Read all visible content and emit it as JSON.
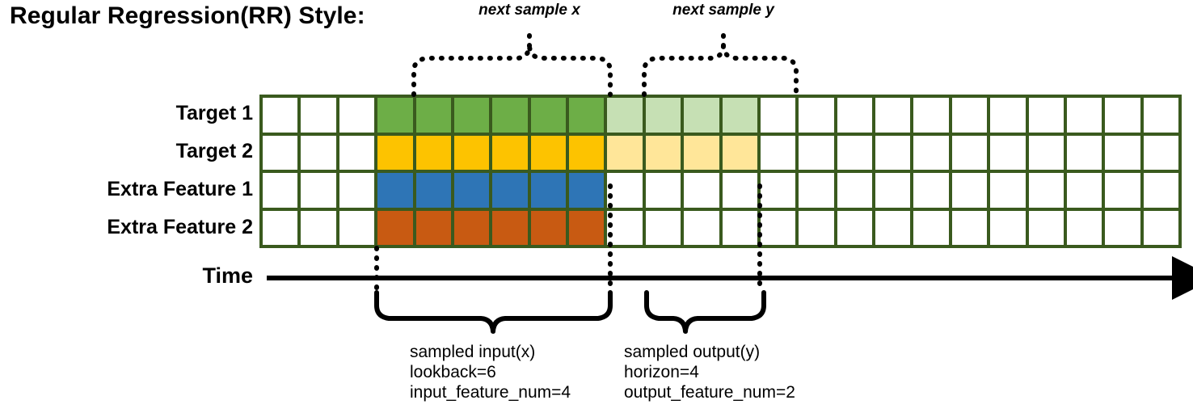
{
  "title": "Regular Regression(RR) Style:",
  "top_annotations": {
    "next_sample_x": "next sample x",
    "next_sample_y": "next sample y"
  },
  "row_labels": [
    "Target 1",
    "Target 2",
    "Extra Feature 1",
    "Extra Feature 2"
  ],
  "axis": {
    "time_label": "Time"
  },
  "captions": {
    "input": {
      "line1": "sampled input(x)",
      "line2": "lookback=6",
      "line3": "input_feature_num=4"
    },
    "output": {
      "line1": "sampled output(y)",
      "line2": "horizon=4",
      "line3": "output_feature_num=2"
    }
  },
  "colors": {
    "grid_border": "#3A5A1E",
    "target1": "#6DAE47",
    "target1_faded": "#C6E0B4",
    "target2": "#FDC300",
    "target2_faded": "#FFE699",
    "extra_feature1": "#2E75B6",
    "extra_feature2": "#C85A12",
    "empty": "#FFFFFF",
    "ink": "#000000"
  },
  "grid": {
    "columns": 24,
    "rows": 4,
    "input_start_col": 4,
    "input_end_col": 9,
    "output_start_col": 10,
    "output_end_col": 13,
    "cells": [
      [
        "empty",
        "empty",
        "empty",
        "target1",
        "target1",
        "target1",
        "target1",
        "target1",
        "target1",
        "target1_faded",
        "target1_faded",
        "target1_faded",
        "target1_faded",
        "empty",
        "empty",
        "empty",
        "empty",
        "empty",
        "empty",
        "empty",
        "empty",
        "empty",
        "empty",
        "empty"
      ],
      [
        "empty",
        "empty",
        "empty",
        "target2",
        "target2",
        "target2",
        "target2",
        "target2",
        "target2",
        "target2_faded",
        "target2_faded",
        "target2_faded",
        "target2_faded",
        "empty",
        "empty",
        "empty",
        "empty",
        "empty",
        "empty",
        "empty",
        "empty",
        "empty",
        "empty",
        "empty"
      ],
      [
        "empty",
        "empty",
        "empty",
        "extra_feature1",
        "extra_feature1",
        "extra_feature1",
        "extra_feature1",
        "extra_feature1",
        "extra_feature1",
        "empty",
        "empty",
        "empty",
        "empty",
        "empty",
        "empty",
        "empty",
        "empty",
        "empty",
        "empty",
        "empty",
        "empty",
        "empty",
        "empty",
        "empty"
      ],
      [
        "empty",
        "empty",
        "empty",
        "extra_feature2",
        "extra_feature2",
        "extra_feature2",
        "extra_feature2",
        "extra_feature2",
        "extra_feature2",
        "empty",
        "empty",
        "empty",
        "empty",
        "empty",
        "empty",
        "empty",
        "empty",
        "empty",
        "empty",
        "empty",
        "empty",
        "empty",
        "empty",
        "empty"
      ]
    ]
  }
}
